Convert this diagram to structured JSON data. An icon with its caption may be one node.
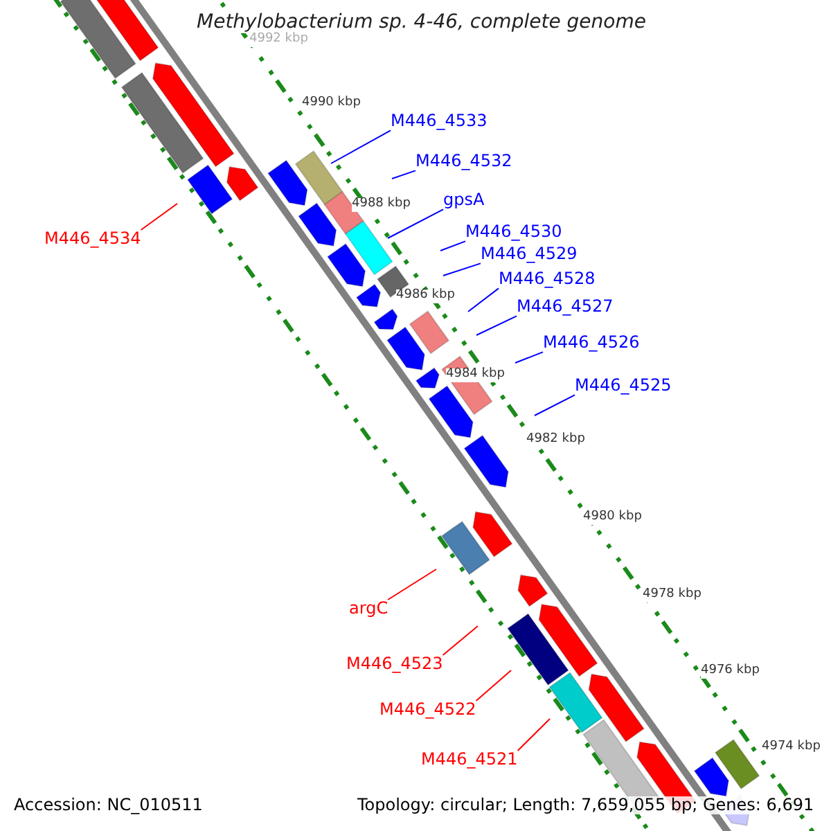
{
  "diagram": {
    "title": "Methylobacterium sp. 4-46, complete genome",
    "nodes": [
      {
        "text": [
          "M446_4533"
        ]
      },
      {
        "text": [
          "M446_4532"
        ]
      },
      {
        "text": [
          "gpsA"
        ]
      },
      {
        "text": [
          "M446_4530"
        ]
      },
      {
        "text": [
          "M446_4529"
        ]
      },
      {
        "text": [
          "M446_4528"
        ]
      },
      {
        "text": [
          "M446_4527"
        ]
      },
      {
        "text": [
          "M446_4526"
        ]
      },
      {
        "text": [
          "M446_4525"
        ]
      },
      {
        "text": [
          "M446_4534"
        ]
      },
      {
        "text": [
          "argC"
        ]
      },
      {
        "text": [
          "M446_4523"
        ]
      },
      {
        "text": [
          "M446_4522"
        ]
      },
      {
        "text": [
          "M446_4521"
        ]
      }
    ],
    "edges": [
      {
        "from": 0,
        "to": null,
        "arrow": "none"
      },
      {
        "from": 1,
        "to": null,
        "arrow": "none"
      },
      {
        "from": 2,
        "to": null,
        "arrow": "none"
      },
      {
        "from": 3,
        "to": null,
        "arrow": "none"
      },
      {
        "from": 4,
        "to": null,
        "arrow": "none"
      },
      {
        "from": 5,
        "to": null,
        "arrow": "none"
      },
      {
        "from": 6,
        "to": null,
        "arrow": "none"
      },
      {
        "from": 7,
        "to": null,
        "arrow": "none"
      },
      {
        "from": 8,
        "to": null,
        "arrow": "none"
      },
      {
        "from": 9,
        "to": null,
        "arrow": "none",
        "color": "#ff0000"
      },
      {
        "from": 10,
        "to": null,
        "arrow": "none",
        "color": "#ff0000"
      },
      {
        "from": 11,
        "to": null,
        "arrow": "none",
        "color": "#ff0000"
      },
      {
        "from": 12,
        "to": null,
        "arrow": "none",
        "color": "#ff0000"
      },
      {
        "from": 13,
        "to": null,
        "arrow": "none",
        "color": "#ff0000"
      }
    ],
    "labels": [
      "4992 kbp",
      "4990 kbp",
      "4988 kbp",
      "4986 kbp",
      "4984 kbp",
      "4982 kbp",
      "4980 kbp",
      "4978 kbp",
      "4976 kbp",
      "4974 kbp",
      "Accession: NC_010511",
      "Topology: circular; Length: 7,659,055 bp; Genes: 6,691"
    ]
  }
}
